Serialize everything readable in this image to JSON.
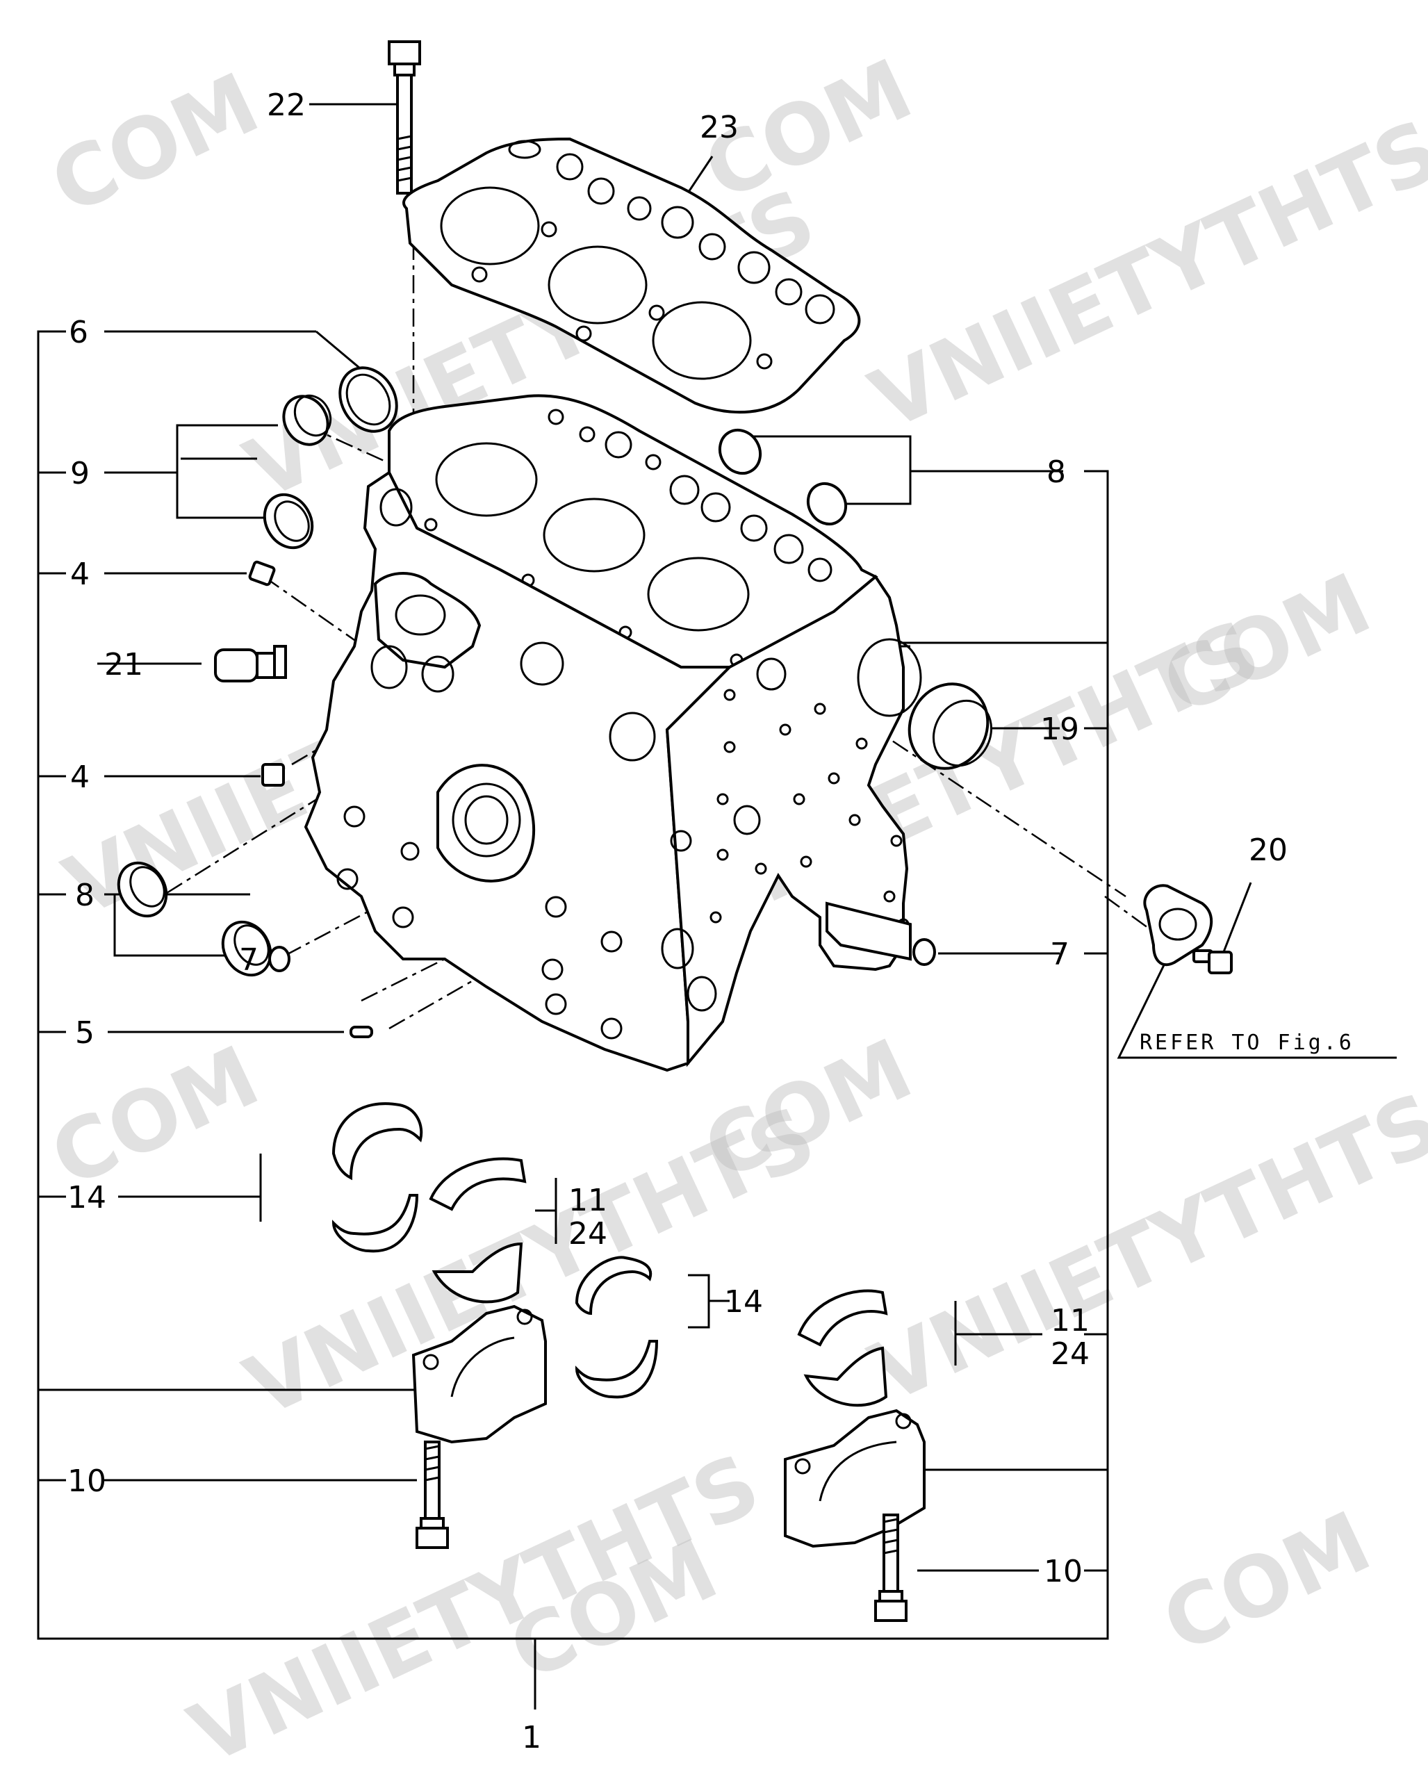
{
  "callouts": {
    "c1": "1",
    "c4a": "4",
    "c4b": "4",
    "c5": "5",
    "c6": "6",
    "c7a": "7",
    "c7b": "7",
    "c8a": "8",
    "c8b": "8",
    "c9": "9",
    "c10a": "10",
    "c10b": "10",
    "c11a": "11",
    "c24a": "24",
    "c11b": "11",
    "c24b": "24",
    "c14a": "14",
    "c14b": "14",
    "c19": "19",
    "c20": "20",
    "c21": "21",
    "c22": "22",
    "c23": "23"
  },
  "note": "REFER TO Fig.6",
  "watermark": {
    "brand": "VNIIETYTHTS",
    "suffix": "COM"
  }
}
